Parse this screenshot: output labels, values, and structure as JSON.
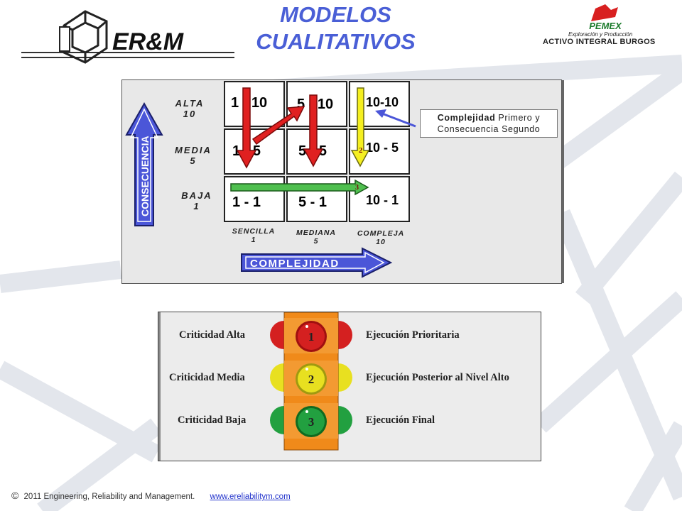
{
  "header": {
    "title_line1": "MODELOS",
    "title_line2": "CUALITATIVOS",
    "left_logo_text": "ER&M",
    "right_logo_brand": "PEMEX",
    "right_logo_sub": "Exploración y Producción",
    "right_logo_unit": "ACTIVO INTEGRAL BURGOS"
  },
  "matrix": {
    "y_axis_title": "CONSECUENCIA",
    "x_axis_title": "COMPLEJIDAD",
    "rows": [
      {
        "name": "ALTA",
        "value": "10"
      },
      {
        "name": "MEDIA",
        "value": "5"
      },
      {
        "name": "BAJA",
        "value": "1"
      }
    ],
    "columns": [
      {
        "name": "SENCILLA",
        "value": "1"
      },
      {
        "name": "MEDIANA",
        "value": "5"
      },
      {
        "name": "COMPLEJA",
        "value": "10"
      }
    ],
    "cells": [
      [
        "1 - 10",
        "5 - 10",
        "10-10"
      ],
      [
        "1 - 5",
        "5 - 5",
        "10 - 5"
      ],
      [
        "1 - 1",
        "5 - 1",
        "10 - 1"
      ]
    ],
    "arrow_labels": [
      "2",
      "3"
    ],
    "callout_bold": "Complejidad",
    "callout_rest_line1": " Primero y",
    "callout_line2": "Consecuencia Segundo",
    "colors": {
      "red": "#e02020",
      "yellow": "#f5ef20",
      "green": "#4fbf4f",
      "blue": "#4b56d8"
    }
  },
  "traffic_light": {
    "rows": [
      {
        "criticality": "Criticidad Alta",
        "number": "1",
        "execution": "Ejecución Prioritaria",
        "color": "#d42020"
      },
      {
        "criticality": "Criticidad Media",
        "number": "2",
        "execution": "Ejecución Posterior al Nivel Alto",
        "color": "#e8e020"
      },
      {
        "criticality": "Criticidad Baja",
        "number": "3",
        "execution": "Ejecución Final",
        "color": "#22a040"
      }
    ],
    "housing_color": "#f08a1a"
  },
  "footer": {
    "copyright_symbol": "©",
    "text": "2011 Engineering, Reliability and Management.",
    "link": "www.ereliabilitym.com"
  }
}
